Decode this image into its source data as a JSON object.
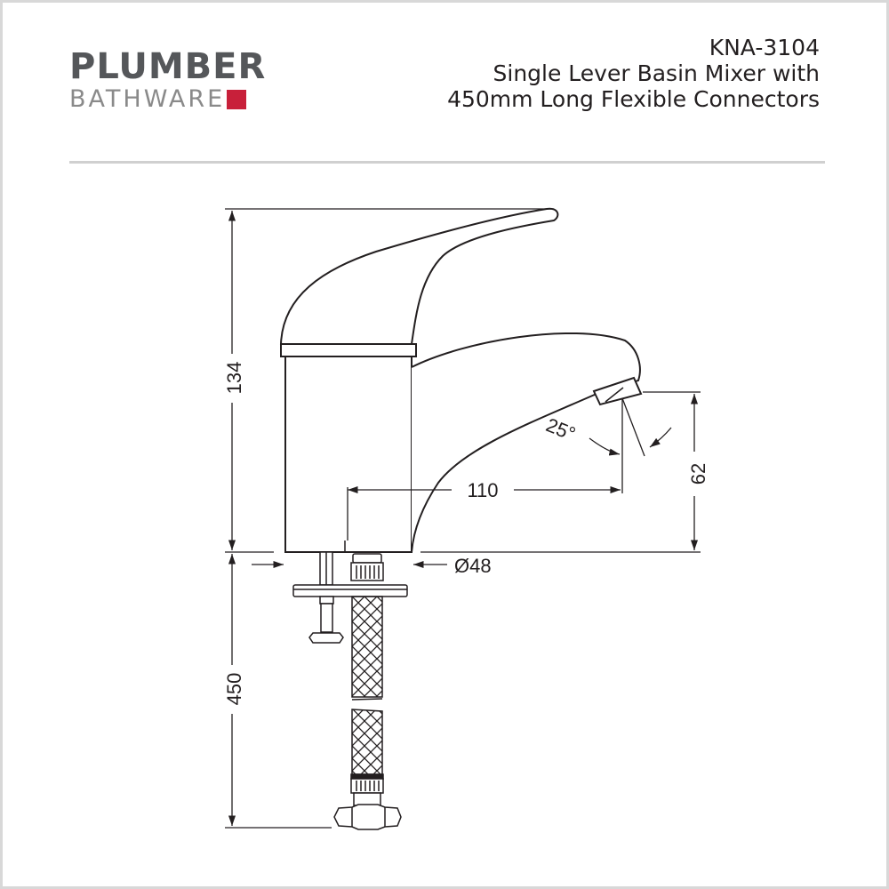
{
  "brand": {
    "name": "PLUMBER",
    "sub": "BATHWARE",
    "accent_color": "#c8203a"
  },
  "product": {
    "code": "KNA-3104",
    "line1": "Single Lever Basin Mixer with",
    "line2": "450mm Long Flexible Connectors"
  },
  "dimensions": {
    "height": "134",
    "connector_length": "450",
    "reach": "110",
    "spout_height": "62",
    "base_diameter": "Ø48",
    "spout_angle": "25°"
  }
}
